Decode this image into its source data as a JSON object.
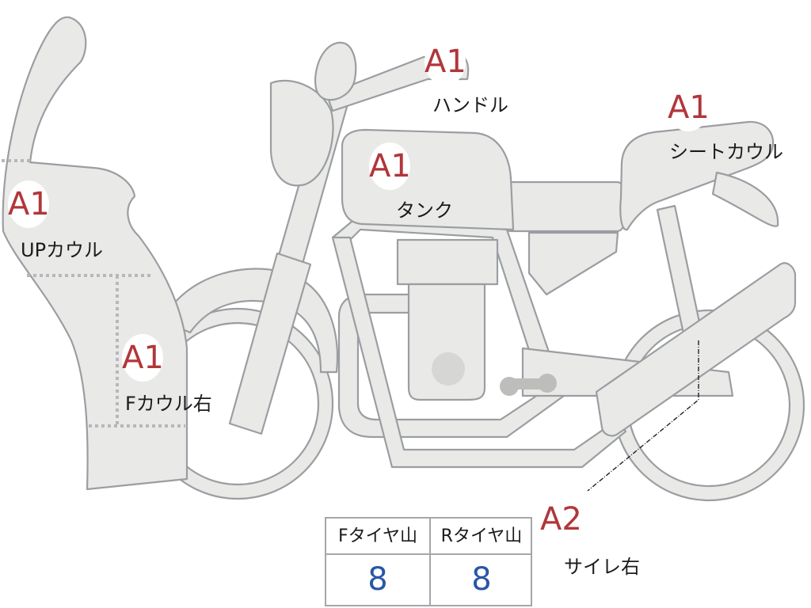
{
  "parts": [
    {
      "id": "handle",
      "grade": "A1",
      "label": "ハンドル"
    },
    {
      "id": "seat-cowl",
      "grade": "A1",
      "label": "シートカウル"
    },
    {
      "id": "tank",
      "grade": "A1",
      "label": "タンク"
    },
    {
      "id": "up-cowl",
      "grade": "A1",
      "label": "UPカウル"
    },
    {
      "id": "f-cowl-right",
      "grade": "A1",
      "label": "Fカウル右"
    },
    {
      "id": "silencer-right",
      "grade": "A2",
      "label": "サイレ右"
    }
  ],
  "tires": {
    "front": {
      "label": "Fタイヤ山",
      "value": "8"
    },
    "rear": {
      "label": "Rタイヤ山",
      "value": "8"
    }
  },
  "colors": {
    "grade_mark": "#b1363a",
    "tire_value": "#2b56a8",
    "bike_fill": "#e9e9e7",
    "bike_stroke": "#9b9ea1"
  }
}
